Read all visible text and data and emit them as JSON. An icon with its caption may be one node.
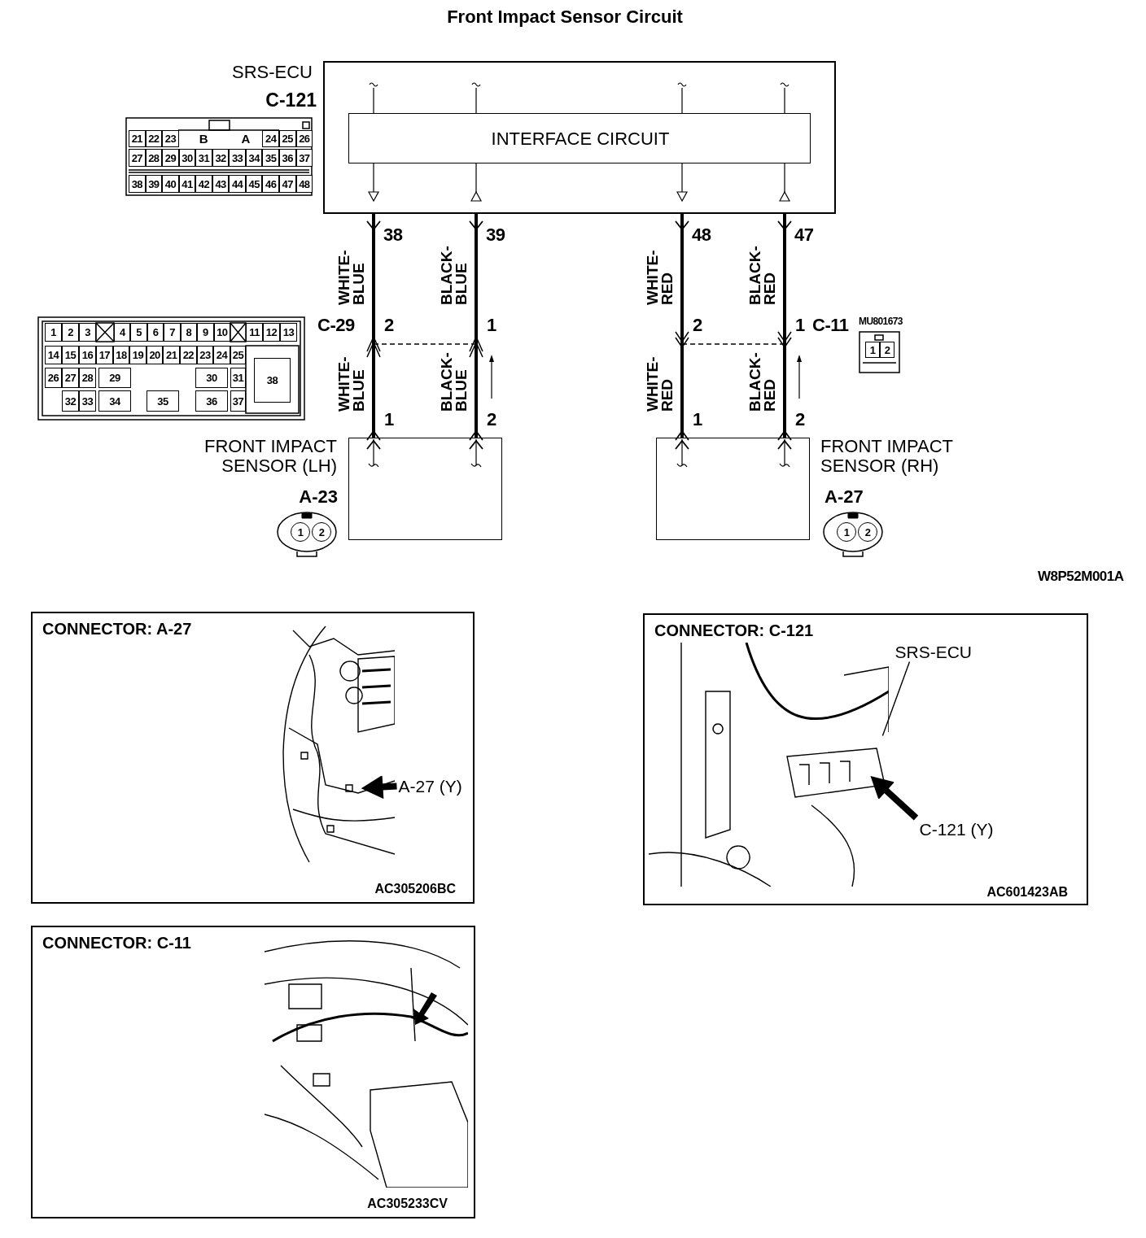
{
  "diagram": {
    "title": "Front Impact Sensor Circuit",
    "nodes": [
      {
        "text": [
          "SRS-ECU",
          "C-121"
        ]
      },
      {
        "text": [
          "INTERFACE CIRCUIT"
        ],
        "in": 0
      },
      {
        "text": [
          "FRONT IMPACT SENSOR (LH)",
          "A-23"
        ]
      },
      {
        "text": [
          "FRONT IMPACT SENSOR (RH)",
          "A-27"
        ]
      },
      {
        "text": [
          "CONNECTOR: A-27",
          "AC305206BC"
        ]
      },
      {
        "text": [
          "A-27 (Y)"
        ],
        "in": 4
      },
      {
        "text": [],
        "shape": "picture",
        "in": 4
      },
      {
        "text": [
          "CONNECTOR: C-121",
          "AC601423AB"
        ]
      },
      {
        "text": [],
        "shape": "picture",
        "in": 7
      },
      {
        "text": [
          "SRS-ECU"
        ],
        "in": 7
      },
      {
        "text": [
          "C-121 (Y)"
        ],
        "in": 7
      },
      {
        "text": [
          "CONNECTOR: C-11",
          "AC305233CV"
        ]
      },
      {
        "text": [],
        "shape": "picture",
        "in": 11
      }
    ],
    "edges": [
      {
        "from": 0,
        "to": 2,
        "arrow": "other"
      },
      {
        "from": 0,
        "to": 2,
        "arrow": "other"
      },
      {
        "from": 0,
        "to": 3,
        "arrow": "other"
      },
      {
        "from": 0,
        "to": 3,
        "arrow": "other"
      },
      {
        "from": 5,
        "to": 6,
        "arrow": "to",
        "style": "thick"
      },
      {
        "from": 9,
        "to": 8,
        "arrow": "none"
      },
      {
        "from": 10,
        "to": 8,
        "arrow": "to",
        "style": "thick"
      }
    ],
    "labels": [
      "21",
      "22",
      "23",
      "B",
      "A",
      "24",
      "25",
      "26",
      "27",
      "28",
      "29",
      "30",
      "31",
      "32",
      "33",
      "34",
      "35",
      "36",
      "37",
      "38",
      "39",
      "40",
      "41",
      "42",
      "43",
      "44",
      "45",
      "46",
      "47",
      "48",
      "38",
      "39",
      "48",
      "47",
      "WHITE-BLUE",
      "BLACK-BLUE",
      "WHITE-RED",
      "BLACK-RED",
      "1",
      "2",
      "3",
      "4",
      "5",
      "6",
      "7",
      "8",
      "9",
      "10",
      "11",
      "12",
      "13",
      "14",
      "15",
      "16",
      "17",
      "18",
      "19",
      "20",
      "21",
      "22",
      "23",
      "24",
      "25",
      "26",
      "27",
      "28",
      "29",
      "30",
      "31",
      "38",
      "32",
      "33",
      "34",
      "35",
      "36",
      "37",
      "C-29",
      "2",
      "1",
      "2",
      "1",
      "C-11",
      "MU801673",
      "1",
      "2",
      "WHITE-BLUE",
      "BLACK-BLUE",
      "WHITE-RED",
      "BLACK-RED",
      "1",
      "2",
      "1",
      "2",
      "1",
      "2",
      "1",
      "2",
      "W8P52M001A"
    ]
  }
}
